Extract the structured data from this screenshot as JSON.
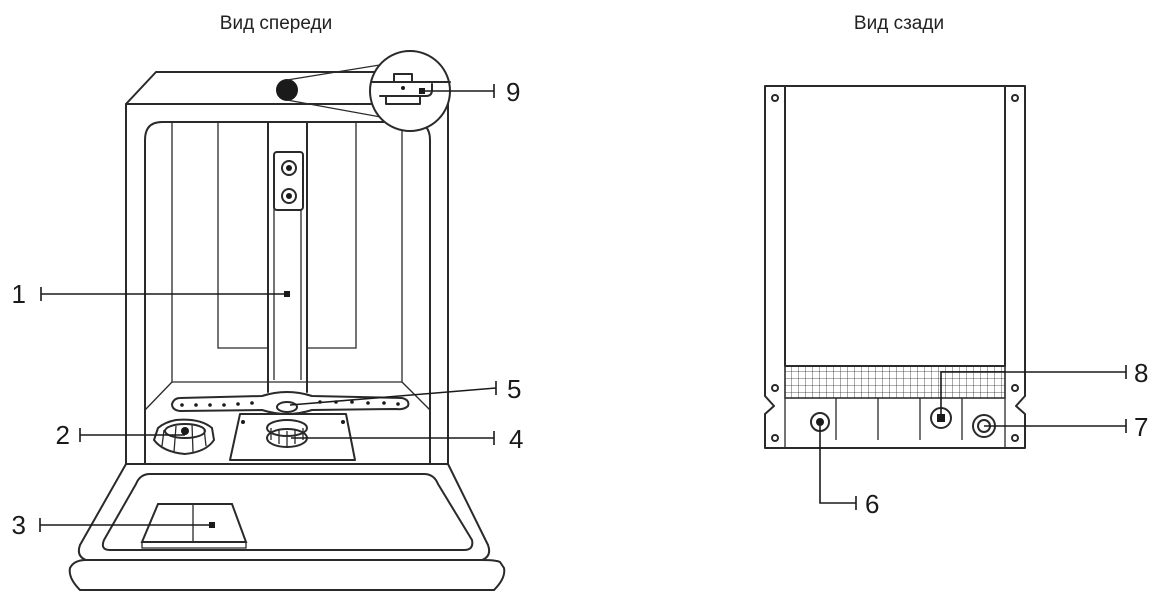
{
  "titles": {
    "front": "Вид спереди",
    "rear": "Вид сзади"
  },
  "callouts": {
    "c1": "1",
    "c2": "2",
    "c3": "3",
    "c4": "4",
    "c5": "5",
    "c6": "6",
    "c7": "7",
    "c8": "8",
    "c9": "9"
  }
}
